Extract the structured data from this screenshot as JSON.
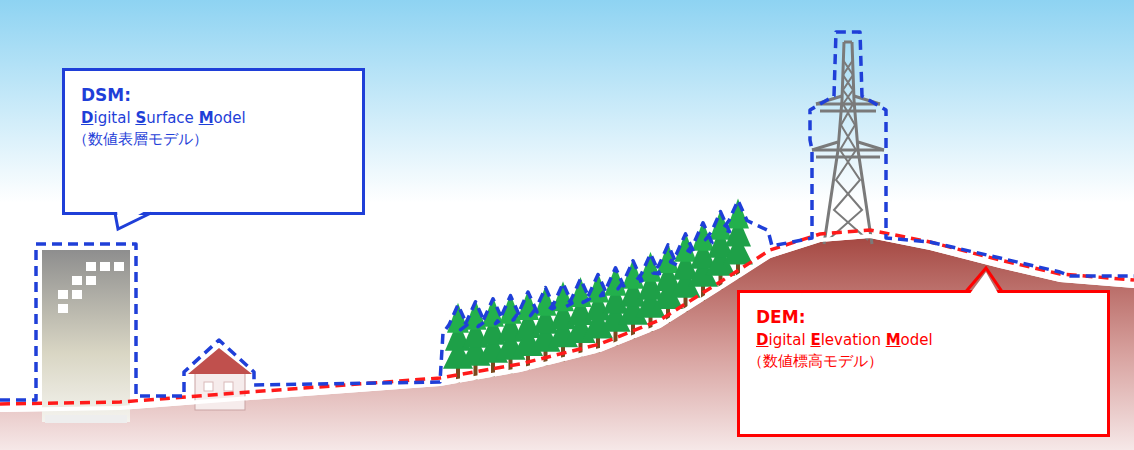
{
  "diagram": {
    "nodes": [
      {
        "text": [
          "DSM:",
          "Digital Surface Model",
          "（数値表層モデル）"
        ]
      },
      {
        "text": [
          "DEM:",
          "Digital Elevation Model",
          "（数値標高モデル）"
        ]
      }
    ]
  }
}
